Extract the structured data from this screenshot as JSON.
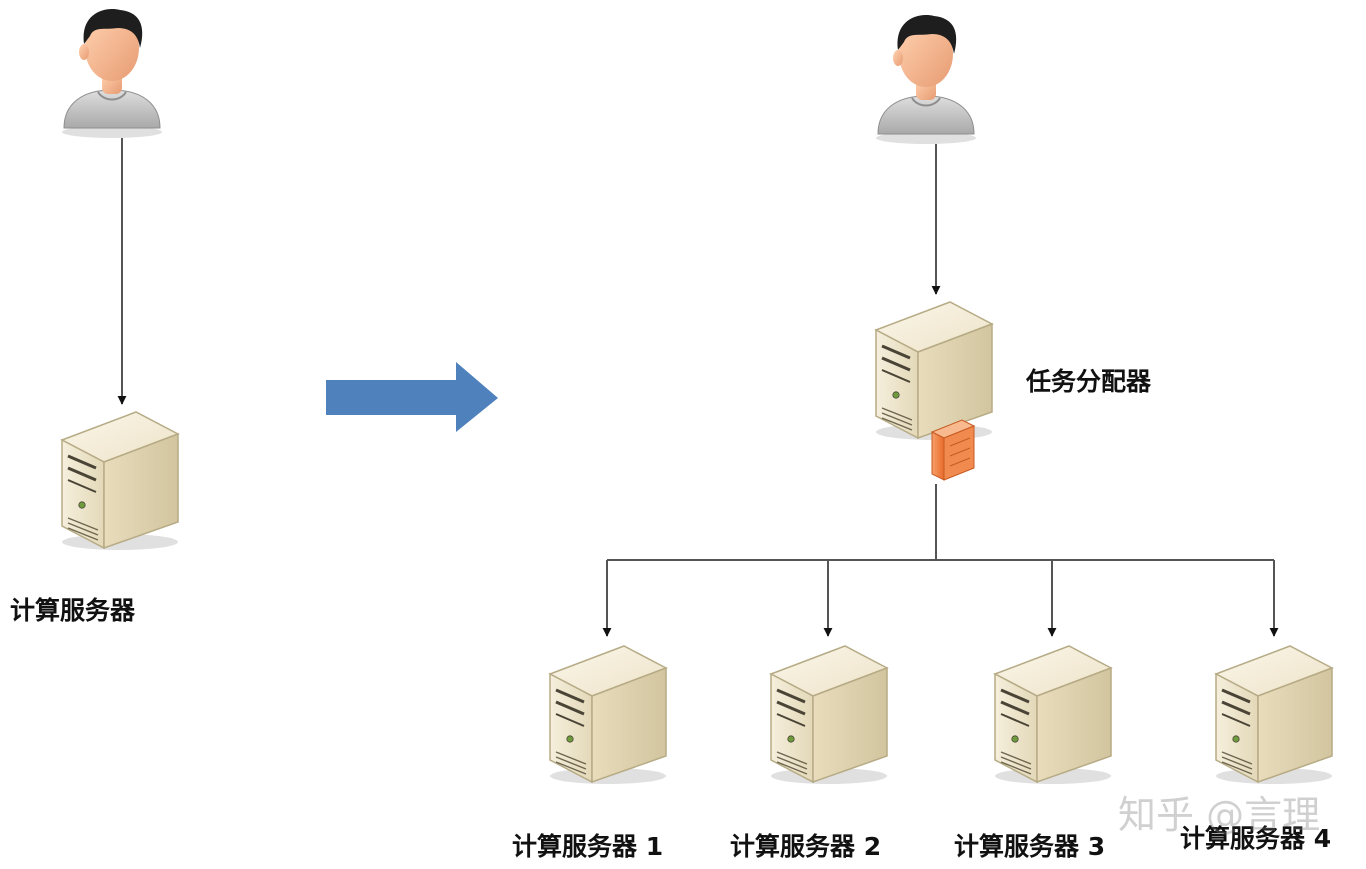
{
  "labels": {
    "left_server": "计算服务器",
    "dispatcher": "任务分配器",
    "server_1": "计算服务器 1",
    "server_2": "计算服务器 2",
    "server_3": "计算服务器 3",
    "server_4": "计算服务器 4"
  },
  "watermark": "知乎 @言理",
  "colors": {
    "transition_arrow": "#4f81bd",
    "connector": "#555555",
    "server_body": "#ece3c8",
    "firewall_badge": "#f07f3c"
  },
  "icons": {
    "user": "user-icon",
    "server": "server-icon",
    "firewall": "firewall-icon"
  }
}
